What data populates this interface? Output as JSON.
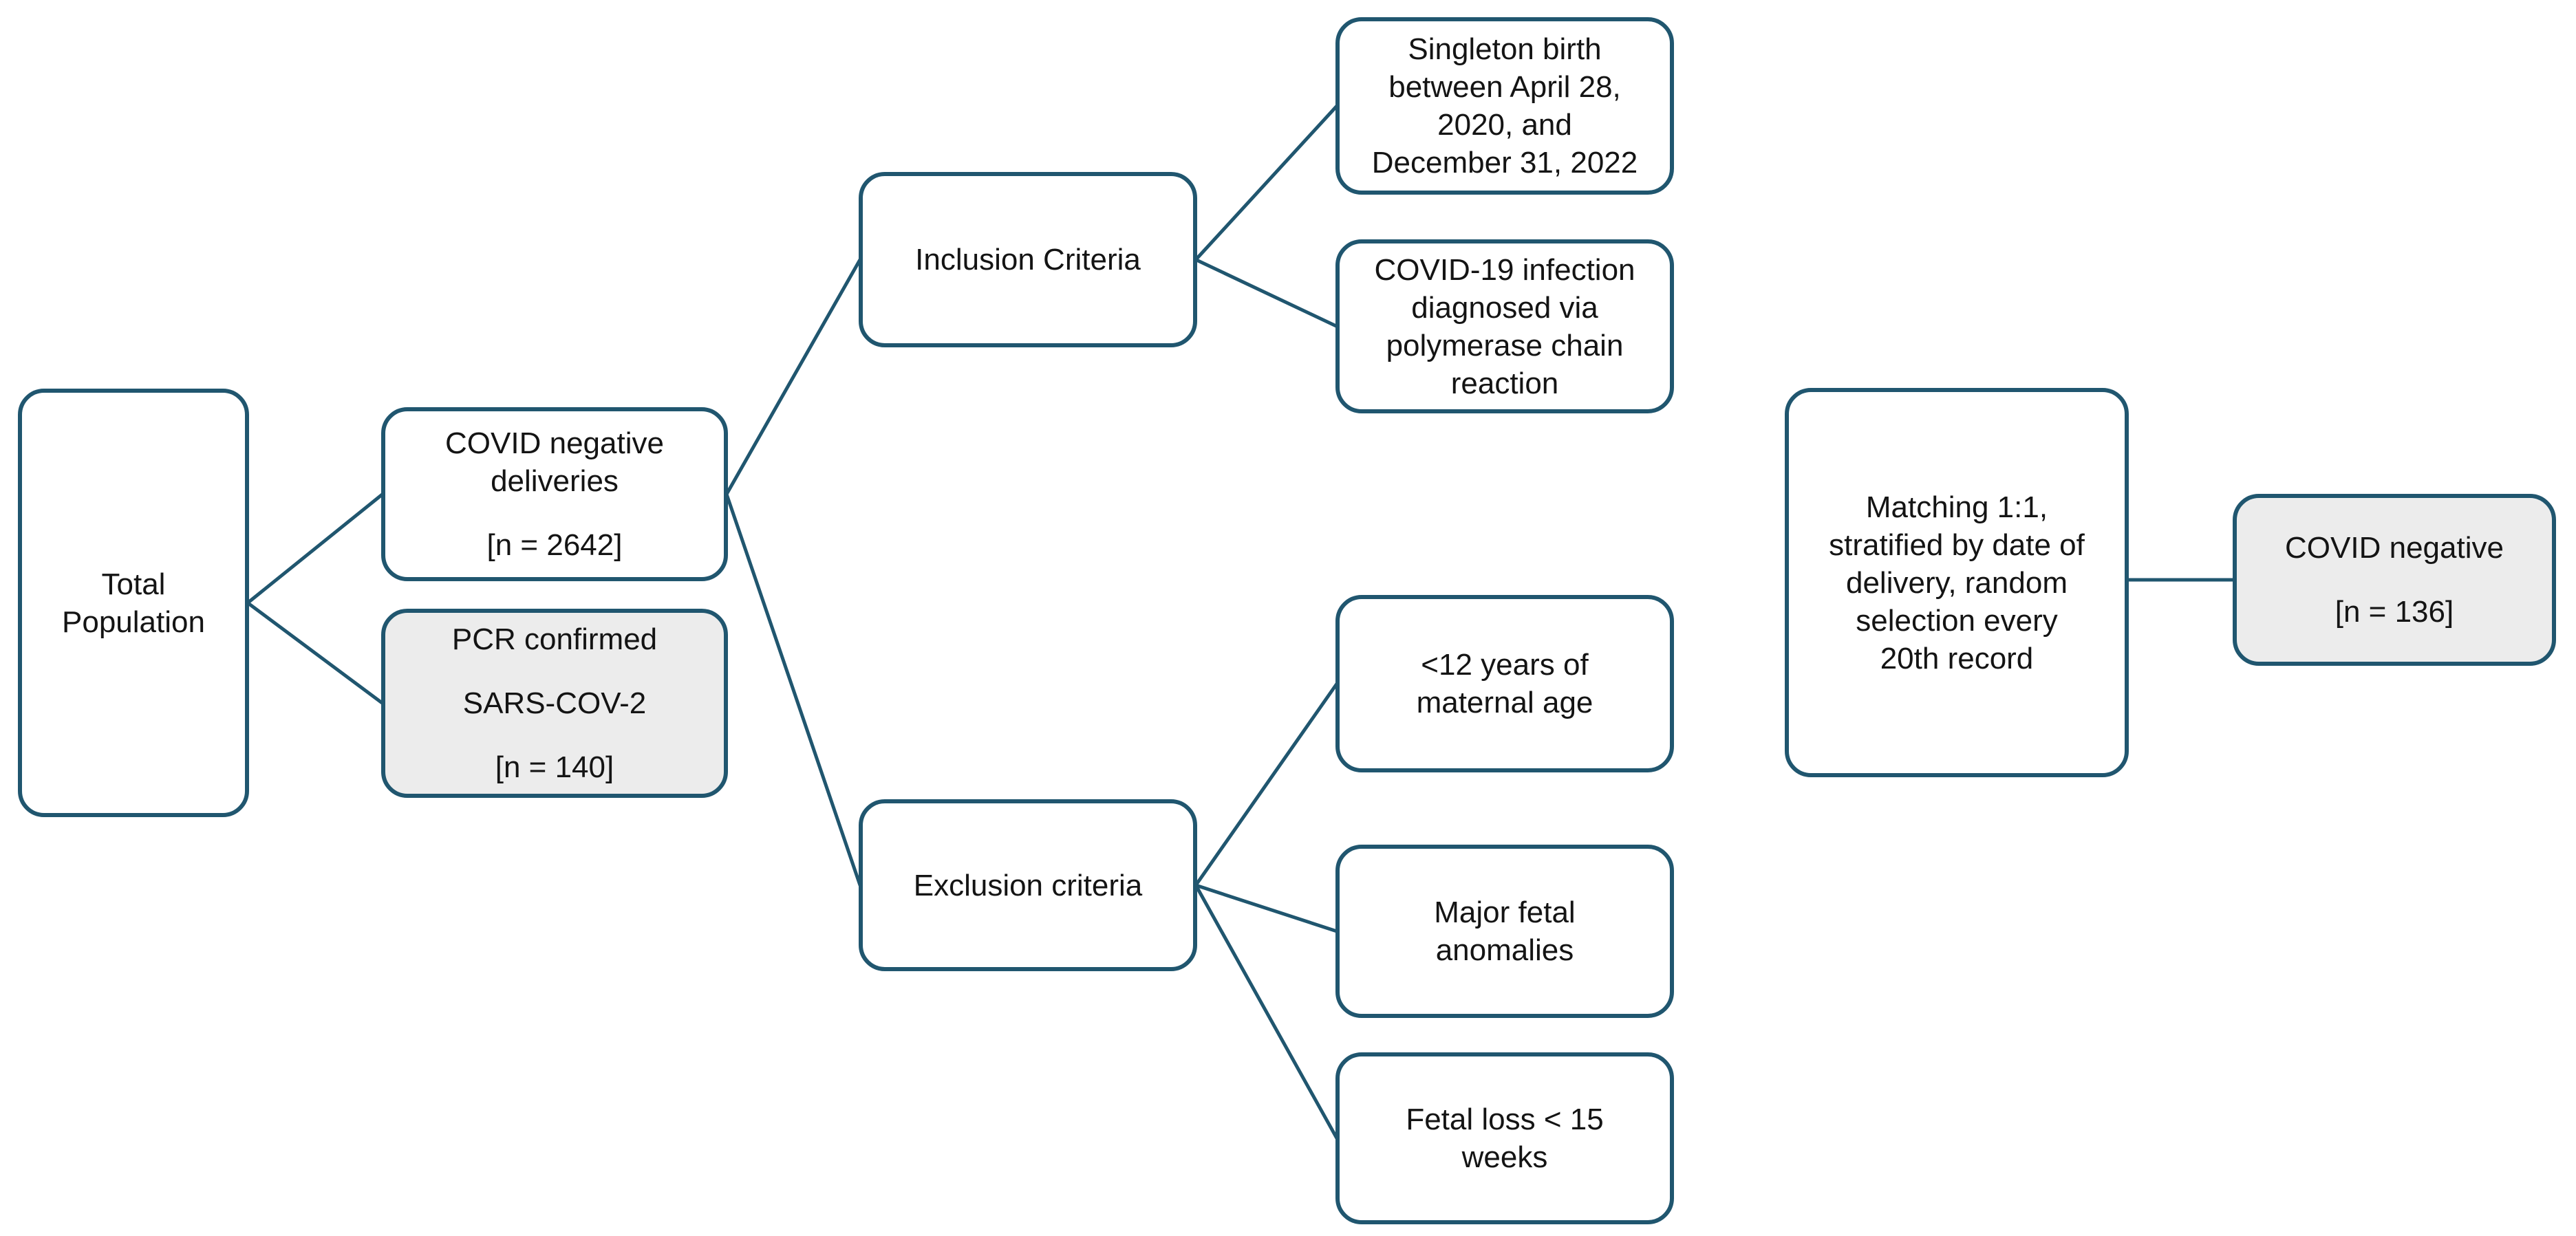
{
  "diagram": {
    "kind": "flowchart",
    "colors": {
      "border": "#20566F",
      "connector": "#20566F",
      "box_fill_white": "#FFFFFF",
      "box_fill_gray": "#ECECEC",
      "text": "#141414",
      "background": "#FFFFFF"
    },
    "nodes": {
      "total_population": {
        "variant": "white",
        "lines": [
          "Total\nPopulation"
        ]
      },
      "covid_negative_deliveries": {
        "variant": "white",
        "lines": [
          "COVID negative\ndeliveries",
          "[n = 2642]"
        ]
      },
      "pcr_confirmed": {
        "variant": "gray",
        "lines": [
          "PCR confirmed",
          "SARS-COV-2",
          "[n = 140]"
        ]
      },
      "inclusion_criteria": {
        "variant": "white",
        "lines": [
          "Inclusion Criteria"
        ]
      },
      "singleton_birth": {
        "variant": "white",
        "lines": [
          "Singleton birth\nbetween April 28,\n2020, and\nDecember 31, 2022"
        ]
      },
      "covid19_infection": {
        "variant": "white",
        "lines": [
          "COVID-19 infection\ndiagnosed via\npolymerase chain\nreaction"
        ]
      },
      "exclusion_criteria": {
        "variant": "white",
        "lines": [
          "Exclusion criteria"
        ]
      },
      "maternal_age": {
        "variant": "white",
        "lines": [
          "<12 years of\nmaternal age"
        ]
      },
      "fetal_anomalies": {
        "variant": "white",
        "lines": [
          "Major fetal\nanomalies"
        ]
      },
      "fetal_loss": {
        "variant": "white",
        "lines": [
          "Fetal loss < 15\nweeks"
        ]
      },
      "matching": {
        "variant": "white",
        "lines": [
          "Matching 1:1,\nstratified by date of\ndelivery, random\nselection every\n20th record"
        ]
      },
      "covid_negative_matched": {
        "variant": "gray",
        "lines": [
          "COVID negative",
          "[n = 136]"
        ]
      }
    },
    "edges": [
      {
        "from": "total_population",
        "to": "covid_negative_deliveries"
      },
      {
        "from": "total_population",
        "to": "pcr_confirmed"
      },
      {
        "from": "covid_negative_deliveries",
        "to": "inclusion_criteria"
      },
      {
        "from": "covid_negative_deliveries",
        "to": "exclusion_criteria"
      },
      {
        "from": "inclusion_criteria",
        "to": "singleton_birth"
      },
      {
        "from": "inclusion_criteria",
        "to": "covid19_infection"
      },
      {
        "from": "exclusion_criteria",
        "to": "maternal_age"
      },
      {
        "from": "exclusion_criteria",
        "to": "fetal_anomalies"
      },
      {
        "from": "exclusion_criteria",
        "to": "fetal_loss"
      },
      {
        "from": "matching",
        "to": "covid_negative_matched"
      }
    ]
  }
}
